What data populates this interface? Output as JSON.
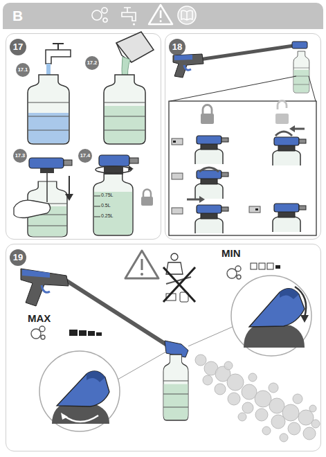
{
  "diagram": {
    "nodes": [
      {
        "text": [
          "B"
        ]
      },
      {
        "text": [
          "17"
        ]
      },
      {
        "text": [
          "17.1"
        ],
        "in": 1
      },
      {
        "text": [
          "17.2"
        ],
        "in": 1
      },
      {
        "text": [
          "17.3"
        ],
        "in": 1
      },
      {
        "text": [
          "17.4"
        ],
        "in": 1
      },
      {
        "text": [
          "18"
        ]
      },
      {
        "text": [
          "19"
        ]
      }
    ],
    "labels": [
      "0.75L",
      "0.5L",
      "0.25L",
      "MIN",
      "MAX"
    ]
  }
}
